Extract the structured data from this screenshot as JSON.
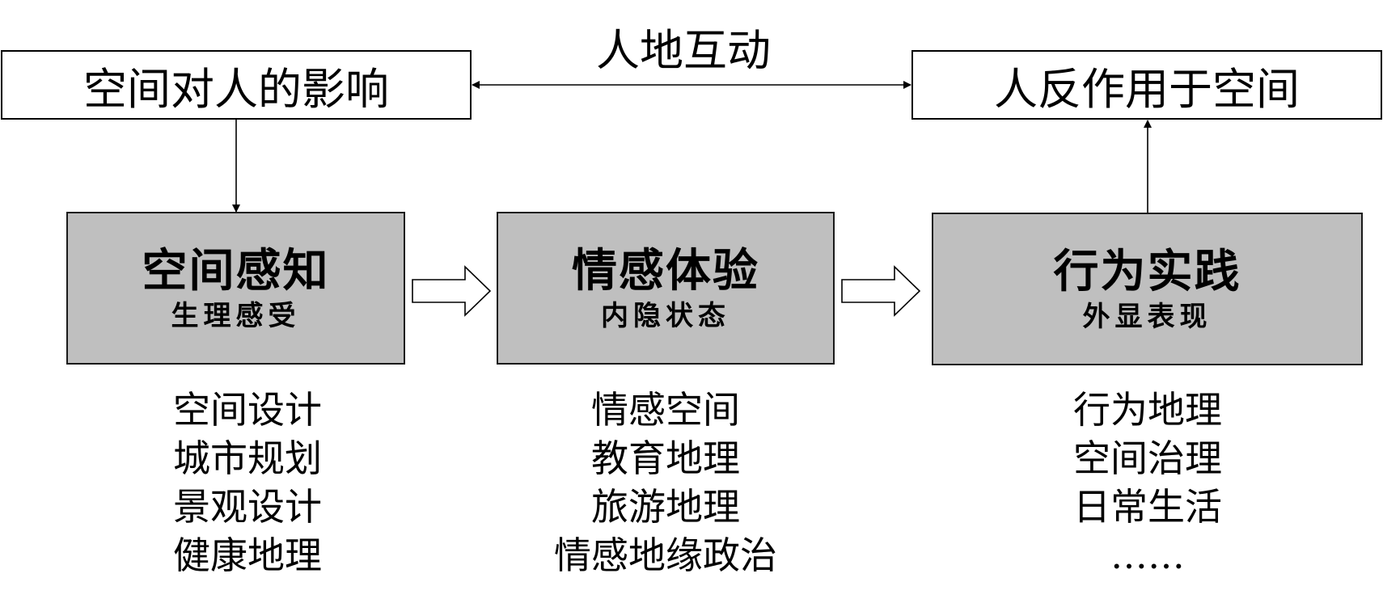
{
  "interaction_label": "人地互动",
  "top_left_box": "空间对人的影响",
  "top_right_box": "人反作用于空间",
  "stages": [
    {
      "title": "空间感知",
      "subtitle": "生理感受",
      "fields": [
        "空间设计",
        "城市规划",
        "景观设计",
        "健康地理"
      ]
    },
    {
      "title": "情感体验",
      "subtitle": "内隐状态",
      "fields": [
        "情感空间",
        "教育地理",
        "旅游地理",
        "情感地缘政治"
      ]
    },
    {
      "title": "行为实践",
      "subtitle": "外显表现",
      "fields": [
        "行为地理",
        "空间治理",
        "日常生活",
        "……"
      ]
    }
  ]
}
